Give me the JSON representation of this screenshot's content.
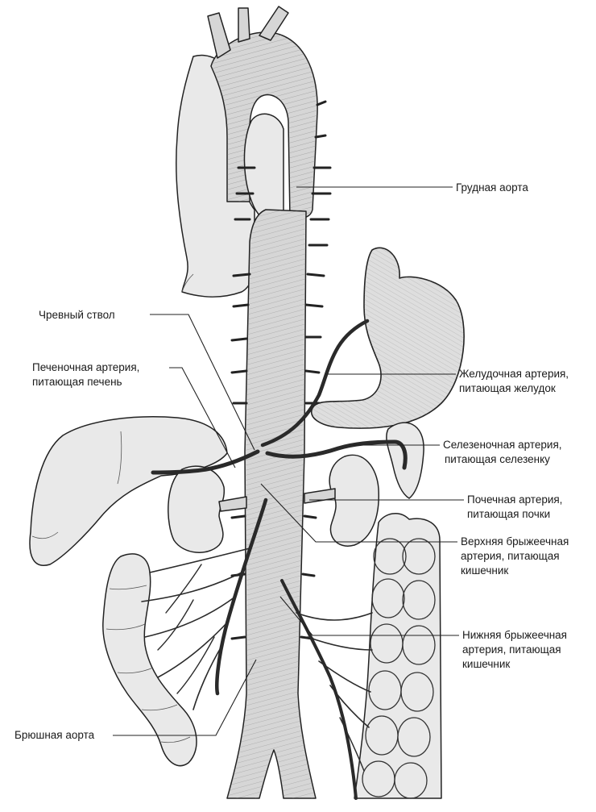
{
  "labels": {
    "thoracic_aorta": "Грудная аорта",
    "celiac_trunk": "Чревный ствол",
    "hepatic_artery": [
      "Печеночная артерия,",
      "питающая печень"
    ],
    "gastric_artery": [
      "Желудочная артерия,",
      "питающая желудок"
    ],
    "splenic_artery": [
      "Селезеночная артерия,",
      "питающая селезенку"
    ],
    "renal_artery": [
      "Почечная артерия,",
      "питающая почки"
    ],
    "superior_mesenteric_artery": [
      "Верхняя брыжеечная",
      "артерия, питающая",
      "кишечник"
    ],
    "inferior_mesenteric_artery": [
      "Нижняя брыжеечная",
      "артерия, питающая",
      "кишечник"
    ],
    "abdominal_aorta": "Брюшная аорта"
  }
}
